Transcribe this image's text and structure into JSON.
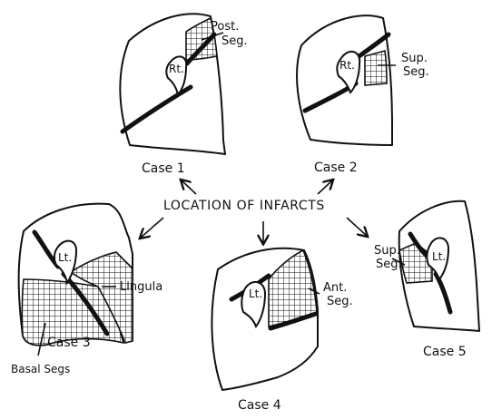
{
  "title": "LOCATION OF INFARCTS",
  "cases": [
    {
      "label": "Case 1",
      "side": "Rt.",
      "region": "Post.",
      "region2": "Seg."
    },
    {
      "label": "Case 2",
      "side": "Rt.",
      "region": "Sup.",
      "region2": "Seg."
    },
    {
      "label": "Case 3",
      "side": "Lt.",
      "region": "Lingula",
      "region2": "Basal Segs"
    },
    {
      "label": "Case 4",
      "side": "Lt.",
      "region": "Ant.",
      "region2": "Seg."
    },
    {
      "label": "Case 5",
      "side": "Lt.",
      "region": "Sup.",
      "region2": "Seg."
    }
  ],
  "colors": {
    "ink": "#111111",
    "paper": "#ffffff"
  }
}
